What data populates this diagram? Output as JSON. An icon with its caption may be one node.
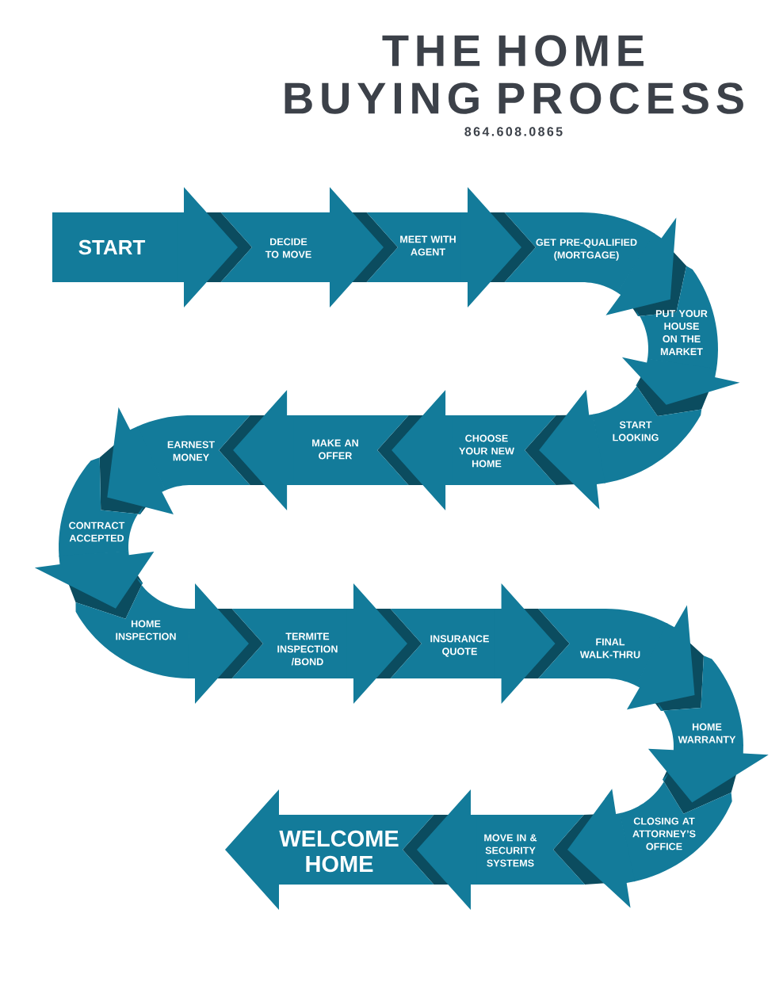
{
  "diagram": {
    "title": "THE HOME BUYING PROCESS",
    "nodes": [
      {
        "text": [
          "START"
        ]
      },
      {
        "text": [
          "DECIDE TO MOVE"
        ]
      },
      {
        "text": [
          "MEET WITH AGENT"
        ]
      },
      {
        "text": [
          "GET PRE-QUALIFIED (MORTGAGE)"
        ]
      },
      {
        "text": [
          "PUT YOUR HOUSE ON THE MARKET"
        ]
      },
      {
        "text": [
          "START LOOKING"
        ]
      },
      {
        "text": [
          "CHOOSE YOUR NEW HOME"
        ]
      },
      {
        "text": [
          "MAKE AN OFFER"
        ]
      },
      {
        "text": [
          "EARNEST MONEY"
        ]
      },
      {
        "text": [
          "CONTRACT ACCEPTED"
        ]
      },
      {
        "text": [
          "HOME INSPECTION"
        ]
      },
      {
        "text": [
          "TERMITE INSPECTION /BOND"
        ]
      },
      {
        "text": [
          "INSURANCE QUOTE"
        ]
      },
      {
        "text": [
          "FINAL WALK-THRU"
        ]
      },
      {
        "text": [
          "HOME WARRANTY"
        ]
      },
      {
        "text": [
          "CLOSING AT ATTORNEY’S OFFICE"
        ]
      },
      {
        "text": [
          "MOVE IN & SECURITY SYSTEMS"
        ]
      },
      {
        "text": [
          "WELCOME HOME"
        ]
      }
    ],
    "edges": [
      {
        "from": 0,
        "to": 1,
        "arrow": "to"
      },
      {
        "from": 1,
        "to": 2,
        "arrow": "to"
      },
      {
        "from": 2,
        "to": 3,
        "arrow": "to"
      },
      {
        "from": 3,
        "to": 4,
        "arrow": "to"
      },
      {
        "from": 4,
        "to": 5,
        "arrow": "to"
      },
      {
        "from": 5,
        "to": 6,
        "arrow": "to"
      },
      {
        "from": 6,
        "to": 7,
        "arrow": "to"
      },
      {
        "from": 7,
        "to": 8,
        "arrow": "to"
      },
      {
        "from": 8,
        "to": 9,
        "arrow": "to"
      },
      {
        "from": 9,
        "to": 10,
        "arrow": "to"
      },
      {
        "from": 10,
        "to": 11,
        "arrow": "to"
      },
      {
        "from": 11,
        "to": 12,
        "arrow": "to"
      },
      {
        "from": 12,
        "to": 13,
        "arrow": "to"
      },
      {
        "from": 13,
        "to": 14,
        "arrow": "to"
      },
      {
        "from": 14,
        "to": 15,
        "arrow": "to"
      },
      {
        "from": 15,
        "to": 16,
        "arrow": "to"
      },
      {
        "from": 16,
        "to": 17,
        "arrow": "to"
      }
    ],
    "labels": [
      "864.608.0865"
    ]
  }
}
